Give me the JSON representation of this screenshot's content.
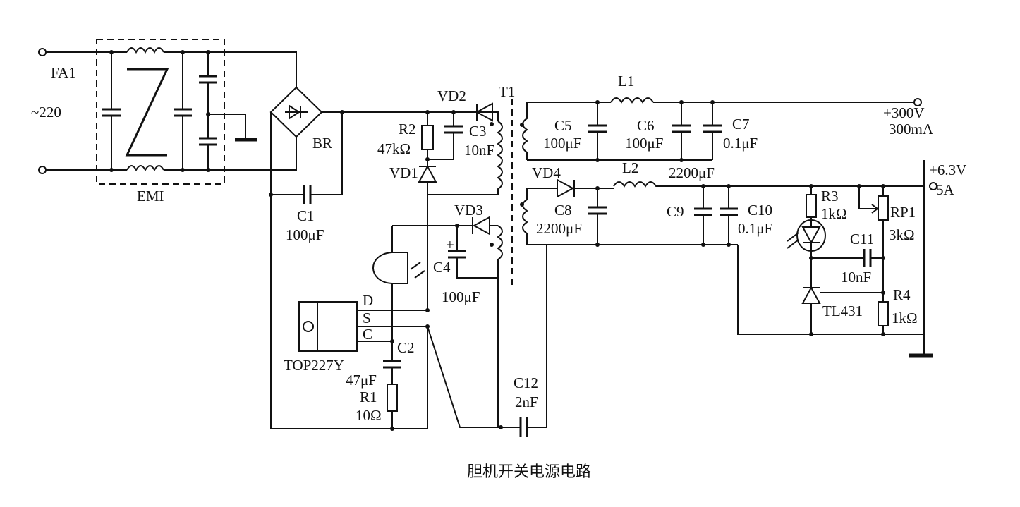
{
  "caption": "胆机开关电源电路",
  "input": {
    "terminal": "FA1",
    "voltage": "~220"
  },
  "emi_filter": {
    "label": "EMI"
  },
  "bridge": {
    "label": "BR"
  },
  "transformer": {
    "label": "T1"
  },
  "ic": {
    "name": "TOP227Y",
    "pin_d": "D",
    "pin_s": "S",
    "pin_c": "C"
  },
  "components": {
    "c1": {
      "ref": "C1",
      "value": "100μF"
    },
    "c2": {
      "ref": "C2",
      "value": "47μF"
    },
    "c3": {
      "ref": "C3",
      "value": "10nF"
    },
    "c4": {
      "ref": "C4",
      "value": "100μF"
    },
    "c5": {
      "ref": "C5",
      "value": "100μF"
    },
    "c6": {
      "ref": "C6",
      "value": "100μF"
    },
    "c7": {
      "ref": "C7",
      "value": "0.1μF"
    },
    "c8": {
      "ref": "C8",
      "value": "2200μF"
    },
    "c9": {
      "ref": "C9",
      "value": "2200μF"
    },
    "c10": {
      "ref": "C10",
      "value": "0.1μF"
    },
    "c11": {
      "ref": "C11",
      "value": "10nF"
    },
    "c12": {
      "ref": "C12",
      "value": "2nF"
    },
    "r1": {
      "ref": "R1",
      "value": "10Ω"
    },
    "r2": {
      "ref": "R2",
      "value": "47kΩ"
    },
    "r3": {
      "ref": "R3",
      "value": "1kΩ"
    },
    "r4": {
      "ref": "R4",
      "value": "1kΩ"
    },
    "rp1": {
      "ref": "RP1",
      "value": "3kΩ"
    },
    "l1": {
      "ref": "L1"
    },
    "l2": {
      "ref": "L2"
    },
    "vd1": {
      "ref": "VD1"
    },
    "vd2": {
      "ref": "VD2"
    },
    "vd3": {
      "ref": "VD3"
    },
    "vd4": {
      "ref": "VD4"
    },
    "tl431": {
      "ref": "TL431"
    }
  },
  "outputs": {
    "hv": {
      "voltage": "+300V",
      "current": "300mA"
    },
    "lv": {
      "voltage": "+6.3V",
      "current": "5A"
    }
  },
  "colors": {
    "ink": "#111111",
    "background": "#ffffff"
  }
}
